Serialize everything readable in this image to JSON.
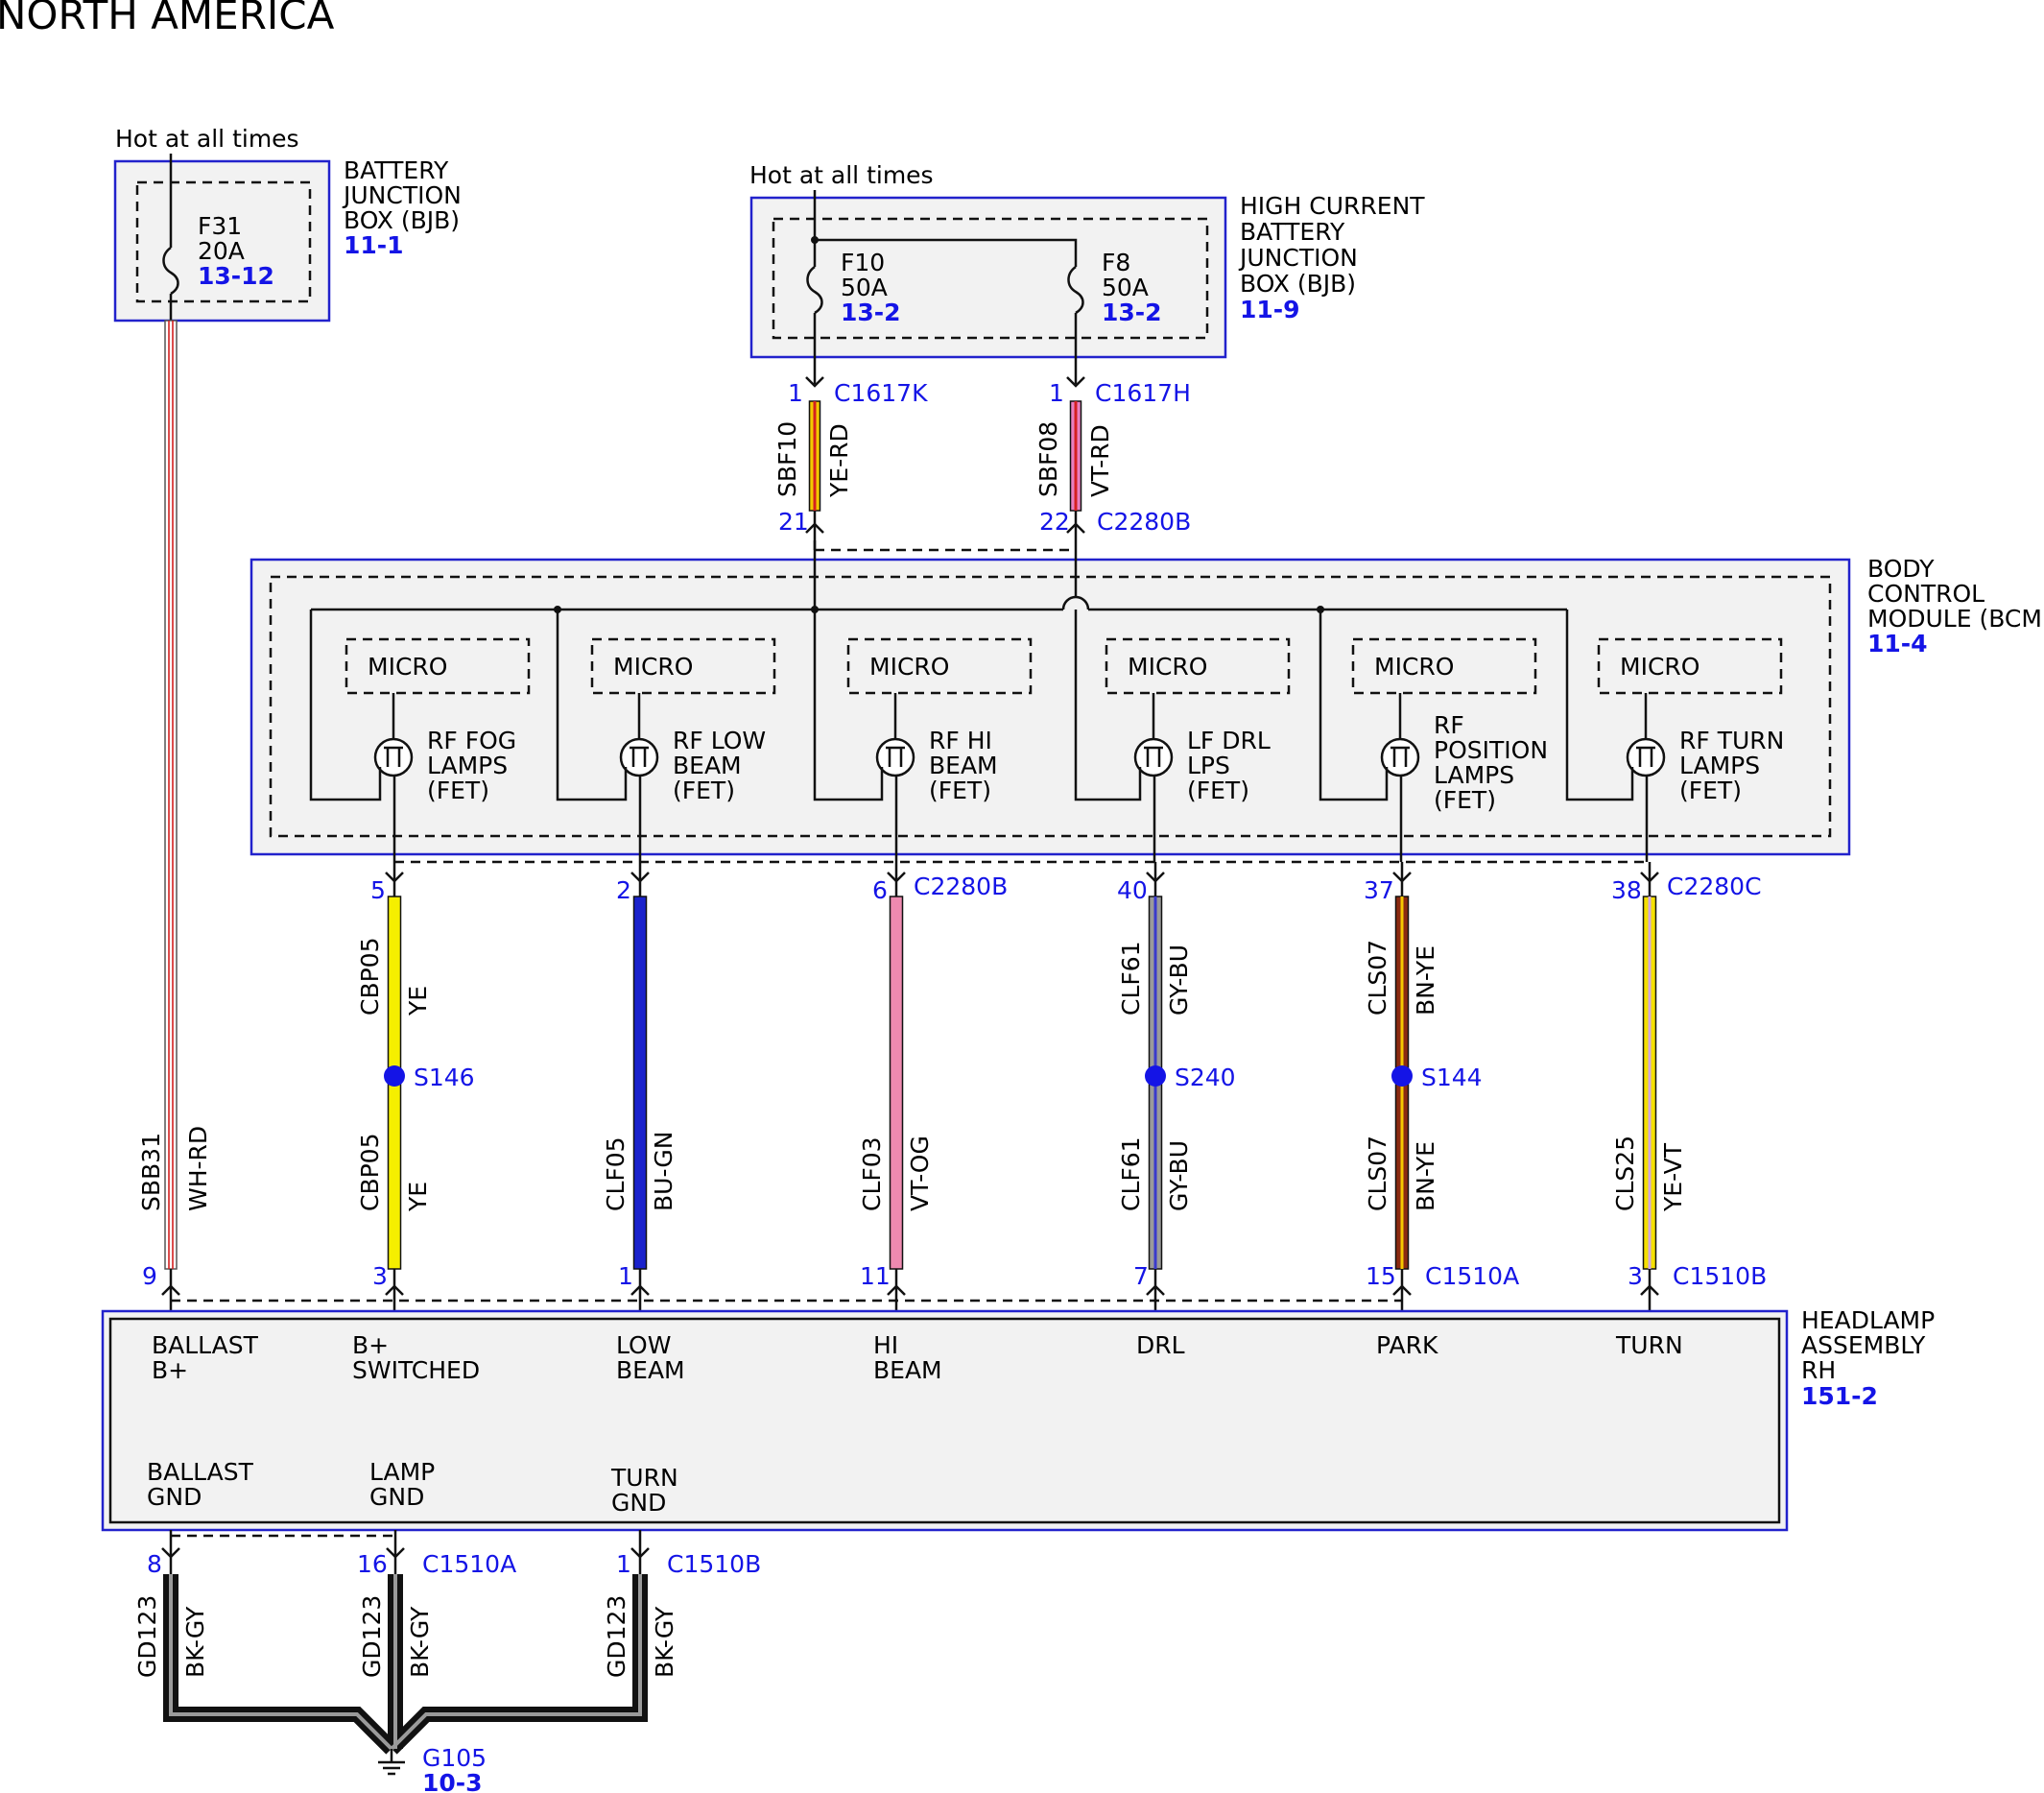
{
  "title": "NORTH AMERICA",
  "bjb": {
    "hot_label": "Hot at all times",
    "name": [
      "BATTERY",
      "JUNCTION",
      "BOX (BJB)"
    ],
    "ref": "11-1",
    "fuse": {
      "id": "F31",
      "rating": "20A",
      "ref": "13-12"
    }
  },
  "hcbjb": {
    "hot_label": "Hot at all times",
    "name": [
      "HIGH CURRENT",
      "BATTERY",
      "JUNCTION",
      "BOX (BJB)"
    ],
    "ref": "11-9",
    "fuses": [
      {
        "id": "F10",
        "rating": "50A",
        "ref": "13-2"
      },
      {
        "id": "F8",
        "rating": "50A",
        "ref": "13-2"
      }
    ]
  },
  "feed_circuits": [
    {
      "top_pin": "1",
      "top_connector": "C1617K",
      "circuit": "SBF10",
      "color": "YE-RD",
      "bottom_pin": "21",
      "bottom_connector": "",
      "stripe": [
        "#f5c800",
        "#d42020"
      ]
    },
    {
      "top_pin": "1",
      "top_connector": "C1617H",
      "circuit": "SBF08",
      "color": "VT-RD",
      "bottom_pin": "22",
      "bottom_connector": "C2280B",
      "stripe": [
        "#e87fc0",
        "#d42020"
      ]
    }
  ],
  "bcm": {
    "name": [
      "BODY",
      "CONTROL",
      "MODULE (BCM)"
    ],
    "ref": "11-4",
    "outputs": [
      {
        "micro": "MICRO",
        "label": [
          "RF FOG",
          "LAMPS",
          "(FET)"
        ]
      },
      {
        "micro": "MICRO",
        "label": [
          "RF LOW",
          "BEAM",
          "(FET)"
        ]
      },
      {
        "micro": "MICRO",
        "label": [
          "RF HI",
          "BEAM",
          "(FET)"
        ]
      },
      {
        "micro": "MICRO",
        "label": [
          "LF DRL",
          "LPS",
          "(FET)"
        ]
      },
      {
        "micro": "MICRO",
        "label": [
          "RF",
          "POSITION",
          "LAMPS",
          "(FET)"
        ]
      },
      {
        "micro": "MICRO",
        "label": [
          "RF TURN",
          "LAMPS",
          "(FET)"
        ]
      }
    ]
  },
  "output_wires": [
    {
      "bcm_pin": "5",
      "bcm_connector": "",
      "upper": {
        "circuit": "CBP05",
        "color": "YE"
      },
      "splice": "S146",
      "lower": {
        "circuit": "CBP05",
        "color": "YE"
      },
      "hl_pin": "3",
      "hl_connector": "",
      "stripe": [
        "#f5ef00",
        "#f5ef00"
      ]
    },
    {
      "bcm_pin": "2",
      "bcm_connector": "",
      "upper": null,
      "splice": "",
      "lower": {
        "circuit": "CLF05",
        "color": "BU-GN"
      },
      "hl_pin": "1",
      "hl_connector": "",
      "stripe": [
        "#1a22cc",
        "#1a22cc"
      ]
    },
    {
      "bcm_pin": "6",
      "bcm_connector": "C2280B",
      "upper": null,
      "splice": "",
      "lower": {
        "circuit": "CLF03",
        "color": "VT-OG"
      },
      "hl_pin": "11",
      "hl_connector": "",
      "stripe": [
        "#ee8ab0",
        "#ee8ab0"
      ]
    },
    {
      "bcm_pin": "40",
      "bcm_connector": "",
      "upper": {
        "circuit": "CLF61",
        "color": "GY-BU"
      },
      "splice": "S240",
      "lower": {
        "circuit": "CLF61",
        "color": "GY-BU"
      },
      "hl_pin": "7",
      "hl_connector": "",
      "stripe": [
        "#9a9a9a",
        "#3a3acc"
      ]
    },
    {
      "bcm_pin": "37",
      "bcm_connector": "",
      "upper": {
        "circuit": "CLS07",
        "color": "BN-YE"
      },
      "splice": "S144",
      "lower": {
        "circuit": "CLS07",
        "color": "BN-YE"
      },
      "hl_pin": "15",
      "hl_connector": "C1510A",
      "stripe": [
        "#8b2a10",
        "#f5c800"
      ]
    },
    {
      "bcm_pin": "38",
      "bcm_connector": "C2280C",
      "upper": null,
      "splice": "",
      "lower": {
        "circuit": "CLS25",
        "color": "YE-VT"
      },
      "hl_pin": "3",
      "hl_connector": "C1510B",
      "stripe": [
        "#f5e000",
        "#d0a8e0"
      ]
    }
  ],
  "sbb31": {
    "circuit": "SBB31",
    "color": "WH-RD",
    "hl_pin": "9"
  },
  "headlamp": {
    "name": [
      "HEADLAMP",
      "ASSEMBLY",
      "RH"
    ],
    "ref": "151-2",
    "top_pins": [
      {
        "label": [
          "BALLAST",
          "B+"
        ]
      },
      {
        "label": [
          "B+",
          "SWITCHED"
        ]
      },
      {
        "label": [
          "LOW",
          "BEAM"
        ]
      },
      {
        "label": [
          "HI",
          "BEAM"
        ]
      },
      {
        "label": [
          "DRL"
        ]
      },
      {
        "label": [
          "PARK"
        ]
      },
      {
        "label": [
          "TURN"
        ]
      }
    ],
    "bottom_pins": [
      {
        "label": [
          "BALLAST",
          "GND"
        ]
      },
      {
        "label": [
          "LAMP",
          "GND"
        ]
      },
      {
        "label": [
          "TURN",
          "GND"
        ]
      }
    ]
  },
  "ground_wires": [
    {
      "pin": "8",
      "connector": "",
      "circuit": "GD123",
      "color": "BK-GY"
    },
    {
      "pin": "16",
      "connector": "C1510A",
      "circuit": "GD123",
      "color": "BK-GY"
    },
    {
      "pin": "1",
      "connector": "C1510B",
      "circuit": "GD123",
      "color": "BK-GY"
    }
  ],
  "ground": {
    "id": "G105",
    "ref": "10-3"
  }
}
